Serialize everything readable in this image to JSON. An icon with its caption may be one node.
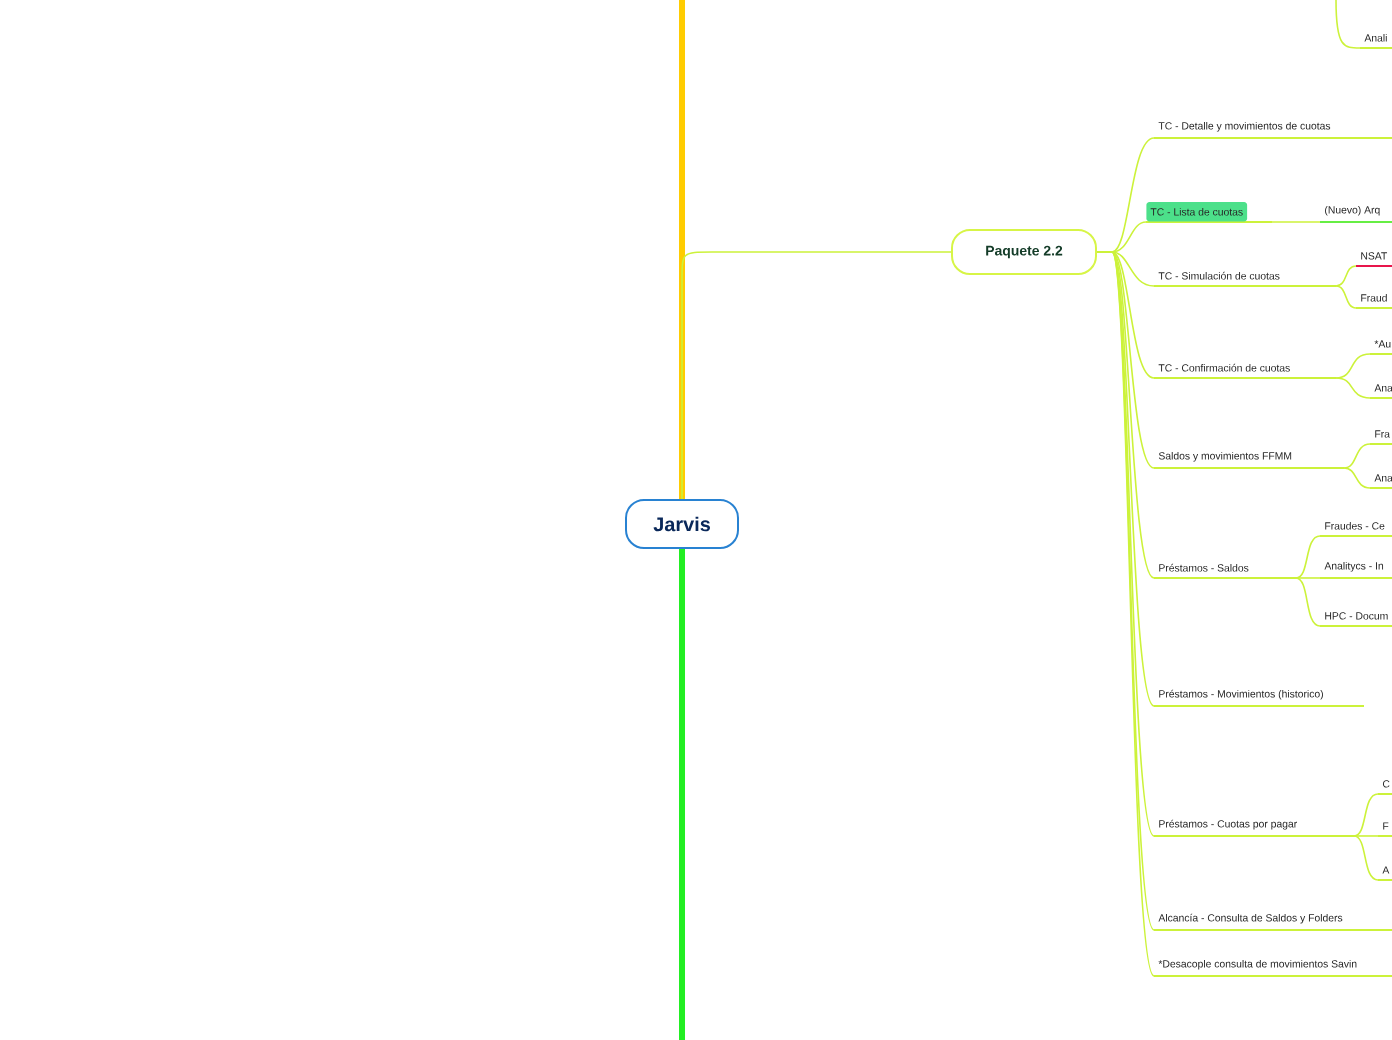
{
  "diagram": {
    "nodes": [
      {
        "text": [
          "Jarvis"
        ]
      },
      {
        "text": [
          "Paquete 2.2"
        ]
      },
      {
        "text": [
          "TC - Detalle y movimientos de cuotas"
        ]
      },
      {
        "text": [
          "TC - Lista de cuotas"
        ]
      },
      {
        "text": [
          "TC - Simulación de cuotas"
        ]
      },
      {
        "text": [
          "TC - Confirmación de cuotas"
        ]
      },
      {
        "text": [
          "Saldos y movimientos FFMM"
        ]
      },
      {
        "text": [
          "Préstamos - Saldos"
        ]
      },
      {
        "text": [
          "Préstamos - Movimientos (historico)"
        ]
      },
      {
        "text": [
          "Préstamos - Cuotas por pagar"
        ]
      },
      {
        "text": [
          "Alcancía - Consulta de Saldos y Folders"
        ]
      },
      {
        "text": [
          "*Desacople consulta de movimientos Savin"
        ]
      },
      {
        "text": [
          "(Nuevo) Arq"
        ]
      },
      {
        "text": [
          "NSAT"
        ]
      },
      {
        "text": [
          "Fraud"
        ]
      },
      {
        "text": [
          "*Au"
        ]
      },
      {
        "text": [
          "Ana"
        ]
      },
      {
        "text": [
          "Fra"
        ]
      },
      {
        "text": [
          "Ana"
        ]
      },
      {
        "text": [
          "Fraudes - Ce"
        ]
      },
      {
        "text": [
          "Analitycs - In"
        ]
      },
      {
        "text": [
          "HPC - Docum"
        ]
      },
      {
        "text": [
          "C"
        ]
      },
      {
        "text": [
          "F"
        ]
      },
      {
        "text": [
          "A"
        ]
      },
      {
        "text": [
          "Anali"
        ]
      }
    ],
    "edges": [
      {
        "from": 0,
        "to": null,
        "arrow": "none",
        "style": "thick",
        "color": "#ffcc00"
      },
      {
        "from": 0,
        "to": null,
        "arrow": "none",
        "style": "thick",
        "color": "#22ee22"
      },
      {
        "from": 0,
        "to": 1,
        "arrow": "none"
      },
      {
        "from": 1,
        "to": 2,
        "arrow": "none"
      },
      {
        "from": 1,
        "to": 3,
        "arrow": "none"
      },
      {
        "from": 1,
        "to": 4,
        "arrow": "none"
      },
      {
        "from": 1,
        "to": 5,
        "arrow": "none"
      },
      {
        "from": 1,
        "to": 6,
        "arrow": "none"
      },
      {
        "from": 1,
        "to": 7,
        "arrow": "none"
      },
      {
        "from": 1,
        "to": 8,
        "arrow": "none"
      },
      {
        "from": 1,
        "to": 9,
        "arrow": "none"
      },
      {
        "from": 1,
        "to": 10,
        "arrow": "none"
      },
      {
        "from": 1,
        "to": 11,
        "arrow": "none"
      },
      {
        "from": 3,
        "to": 12,
        "arrow": "none"
      },
      {
        "from": 4,
        "to": 13,
        "arrow": "none"
      },
      {
        "from": 4,
        "to": 14,
        "arrow": "none"
      },
      {
        "from": 5,
        "to": 15,
        "arrow": "none"
      },
      {
        "from": 5,
        "to": 16,
        "arrow": "none"
      },
      {
        "from": 6,
        "to": 17,
        "arrow": "none"
      },
      {
        "from": 6,
        "to": 18,
        "arrow": "none"
      },
      {
        "from": 7,
        "to": 19,
        "arrow": "none"
      },
      {
        "from": 7,
        "to": 20,
        "arrow": "none"
      },
      {
        "from": 7,
        "to": 21,
        "arrow": "none"
      },
      {
        "from": 9,
        "to": 22,
        "arrow": "none"
      },
      {
        "from": 9,
        "to": 23,
        "arrow": "none"
      },
      {
        "from": 9,
        "to": 24,
        "arrow": "none"
      },
      {
        "from": null,
        "to": 25,
        "arrow": "none"
      }
    ]
  }
}
